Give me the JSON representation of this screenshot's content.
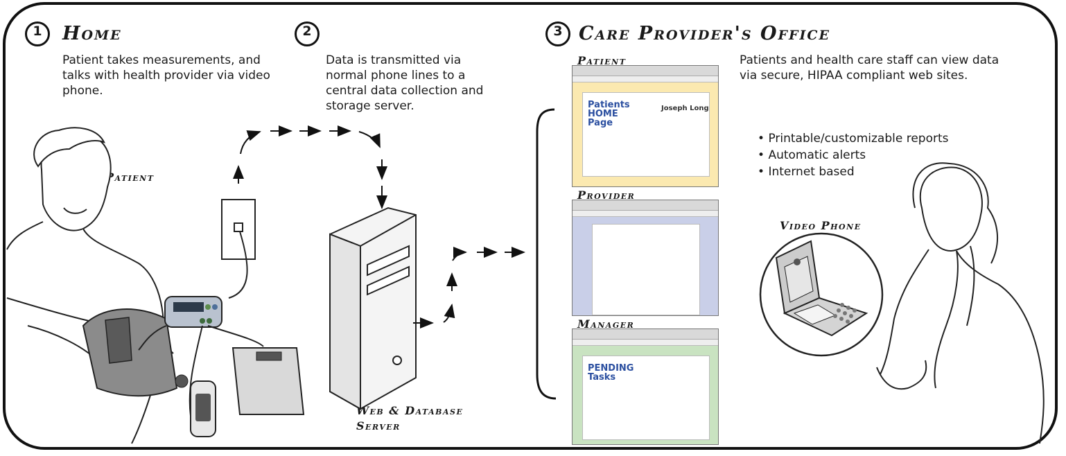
{
  "sections": {
    "home": {
      "number": "1",
      "title": "Home",
      "description": "Patient takes measurements, and talks with health provider via video phone."
    },
    "transmit": {
      "number": "2",
      "description": "Data is transmitted via normal phone lines to a central data collection and storage server."
    },
    "office": {
      "number": "3",
      "title": "Care Provider's Office",
      "description": "Patients and health care staff can view data via secure, HIPAA compliant web sites.",
      "bullets": [
        "Printable/customizable reports",
        "Automatic alerts",
        "Internet based"
      ]
    }
  },
  "labels": {
    "patient": "Patient",
    "server": "Web & Database Server",
    "video_phone": "Video Phone",
    "screen_patient": "Patient",
    "screen_provider": "Provider",
    "screen_manager": "Manager"
  },
  "screens": {
    "patient": {
      "heading": "Patients HOME Page",
      "user": "Joseph Long",
      "bg": "#fbe9b0"
    },
    "provider": {
      "bg": "#c9cfe8"
    },
    "manager": {
      "heading": "PENDING Tasks",
      "bg": "#c9e3c1"
    }
  }
}
